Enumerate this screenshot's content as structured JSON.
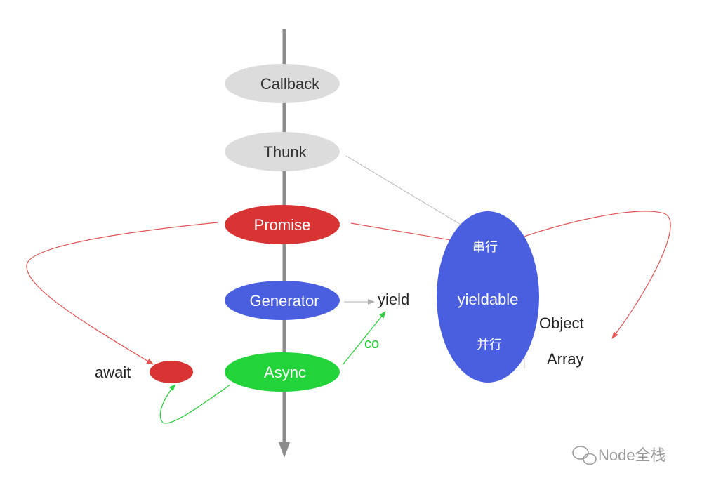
{
  "timeline": {
    "nodes": [
      {
        "id": "callback",
        "label": "Callback",
        "fill": "#dcdcdc",
        "text_color": "#333333"
      },
      {
        "id": "thunk",
        "label": "Thunk",
        "fill": "#dcdcdc",
        "text_color": "#333333"
      },
      {
        "id": "promise",
        "label": "Promise",
        "fill": "#d93434",
        "text_color": "#ffffff"
      },
      {
        "id": "generator",
        "label": "Generator",
        "fill": "#4a5fe0",
        "text_color": "#ffffff"
      },
      {
        "id": "async",
        "label": "Async",
        "fill": "#22d43a",
        "text_color": "#ffffff"
      }
    ]
  },
  "labels": {
    "yield": "yield",
    "co": "co",
    "await": "await",
    "object": "Object",
    "array": "Array"
  },
  "yieldable": {
    "title": "yieldable",
    "serial": "串行",
    "parallel": "并行",
    "fill": "#4a5fe0"
  },
  "await_node": {
    "fill": "#d93434"
  },
  "colors": {
    "axis": "#8c8c8c",
    "promise_arrow": "#e05555",
    "co_arrow": "#33cc44",
    "thunk_arrow": "#b8b8b8",
    "co_text": "#22cc33"
  },
  "watermark": {
    "text": "Node全栈"
  }
}
